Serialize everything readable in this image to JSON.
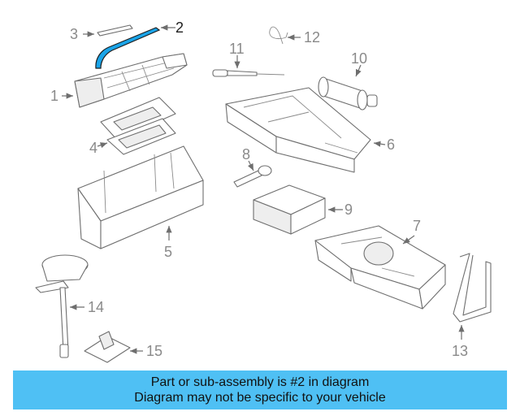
{
  "diagram": {
    "callouts": {
      "c1": "1",
      "c2": "2",
      "c3": "3",
      "c4": "4",
      "c5": "5",
      "c6": "6",
      "c7": "7",
      "c8": "8",
      "c9": "9",
      "c10": "10",
      "c11": "11",
      "c12": "12",
      "c13": "13",
      "c14": "14",
      "c15": "15"
    },
    "highlighted_part": "2",
    "highlight_color": "#1aa4e8"
  },
  "banner": {
    "line1": "Part or sub-assembly is #2 in diagram",
    "line2": "Diagram may not be specific to your vehicle",
    "background": "#4fc0f4"
  }
}
